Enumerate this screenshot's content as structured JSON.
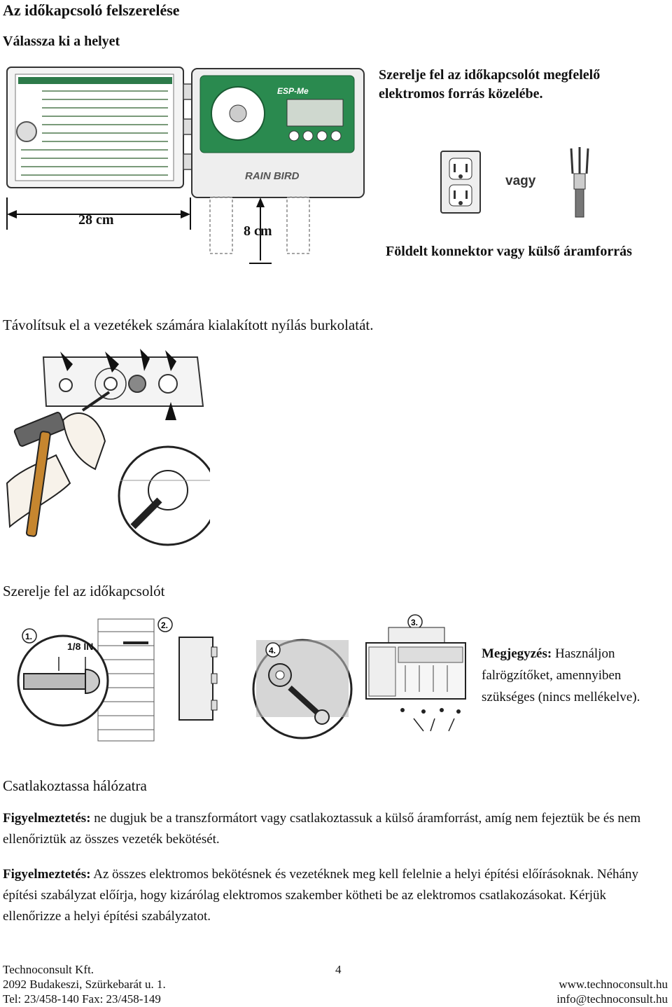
{
  "title": "Az időkapcsoló felszerelése",
  "section1": {
    "heading": "Válassza ki a helyet",
    "note": "Szerelje fel az időkapcsolót megfelelő elektromos forrás közelébe.",
    "dim_width": "28 cm",
    "dim_height": "8 cm",
    "or_label": "vagy",
    "caption": "Földelt konnektor vagy külső áramforrás",
    "brand_small": "ESP-Me",
    "brand_logo": "RAIN BIRD"
  },
  "section2": {
    "heading": "Távolítsuk el a vezetékek számára kialakított nyílás burkolatát."
  },
  "section3": {
    "heading": "Szerelje fel az időkapcsolót",
    "step1": "1.",
    "step2": "2.",
    "step3": "3.",
    "step4": "4.",
    "screw_size": "1/8 IN.",
    "note_label": "Megjegyzés:",
    "note_text": "Használjon falrögzítőket, amennyiben szükséges (nincs mellékelve)."
  },
  "section4": {
    "heading": "Csatlakoztassa hálózatra",
    "warn1_label": "Figyelmeztetés:",
    "warn1_text": "ne dugjuk be a transzformátort vagy csatlakoztassuk a külső áramforrást, amíg nem fejeztük be és nem ellenőriztük az összes vezeték bekötését.",
    "warn2_label": "Figyelmeztetés:",
    "warn2_text": "Az összes elektromos bekötésnek és vezetéknek meg kell felelnie a helyi építési előírásoknak. Néhány építési szabályzat előírja, hogy kizárólag elektromos szakember kötheti be az elektromos csatlakozásokat. Kérjük ellenőrizze a helyi építési szabályzatot."
  },
  "footer": {
    "company": "Technoconsult Kft.",
    "address": "2092 Budakeszi, Szürkebarát u. 1.",
    "phone": "Tel: 23/458-140 Fax: 23/458-149",
    "page_number": "4",
    "website": "www.technoconsult.hu",
    "email": "info@technoconsult.hu"
  }
}
